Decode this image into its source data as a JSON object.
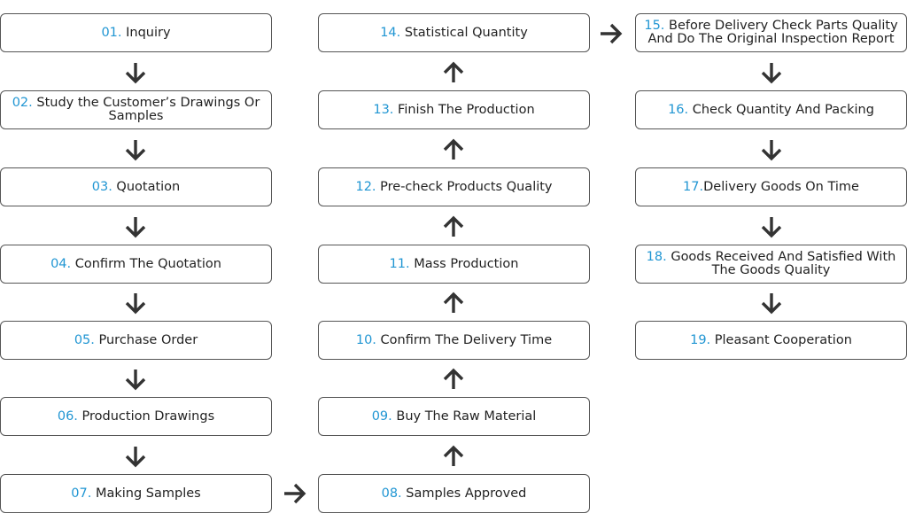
{
  "colors": {
    "number": "#2196d3",
    "text": "#222222",
    "border": "#555555",
    "arrow": "#333333"
  },
  "steps": [
    {
      "num": "01.",
      "sep": " ",
      "text": "Inquiry"
    },
    {
      "num": "02.",
      "sep": " ",
      "text": "Study the Customer’s Drawings Or Samples"
    },
    {
      "num": "03.",
      "sep": " ",
      "text": "Quotation"
    },
    {
      "num": "04.",
      "sep": " ",
      "text": "Confirm The Quotation"
    },
    {
      "num": "05.",
      "sep": " ",
      "text": "Purchase Order"
    },
    {
      "num": "06.",
      "sep": " ",
      "text": "Production Drawings"
    },
    {
      "num": "07.",
      "sep": " ",
      "text": "Making Samples"
    },
    {
      "num": "08.",
      "sep": " ",
      "text": "Samples Approved"
    },
    {
      "num": "09.",
      "sep": " ",
      "text": "Buy The Raw Material"
    },
    {
      "num": "10.",
      "sep": " ",
      "text": "Confirm The Delivery Time"
    },
    {
      "num": "11.",
      "sep": " ",
      "text": "Mass Production"
    },
    {
      "num": "12.",
      "sep": " ",
      "text": "Pre-check Products Quality"
    },
    {
      "num": "13.",
      "sep": " ",
      "text": "Finish The Production"
    },
    {
      "num": "14.",
      "sep": " ",
      "text": "Statistical Quantity"
    },
    {
      "num": "15.",
      "sep": " ",
      "text": "Before Delivery Check Parts Quality And Do The Original Inspection Report"
    },
    {
      "num": "16.",
      "sep": " ",
      "text": "Check Quantity And Packing"
    },
    {
      "num": "17.",
      "sep": "",
      "text": "Delivery Goods On Time"
    },
    {
      "num": "18.",
      "sep": " ",
      "text": "Goods Received And Satisfied With The Goods Quality"
    },
    {
      "num": "19.",
      "sep": " ",
      "text": "Pleasant Cooperation"
    }
  ],
  "arrows": [
    "down",
    "down",
    "down",
    "down",
    "down",
    "down",
    "right",
    "up",
    "up",
    "up",
    "up",
    "up",
    "up",
    "right",
    "down",
    "down",
    "down",
    "down"
  ]
}
